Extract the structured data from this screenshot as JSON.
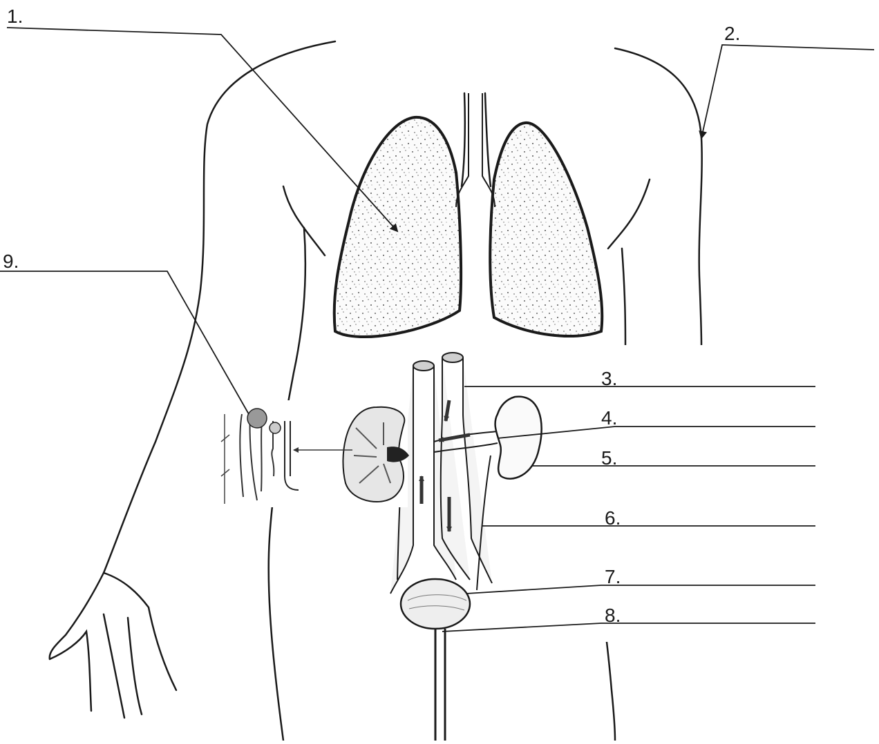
{
  "labels": [
    "1.",
    "2.",
    "3.",
    "4.",
    "5.",
    "6.",
    "7.",
    "8.",
    "9."
  ],
  "colors": {
    "outline": "#1a1a1a",
    "organ_fill": "#f7f7f7",
    "organ_dot": "#555555",
    "shade": "#c8c8c8",
    "background": "#ffffff"
  }
}
